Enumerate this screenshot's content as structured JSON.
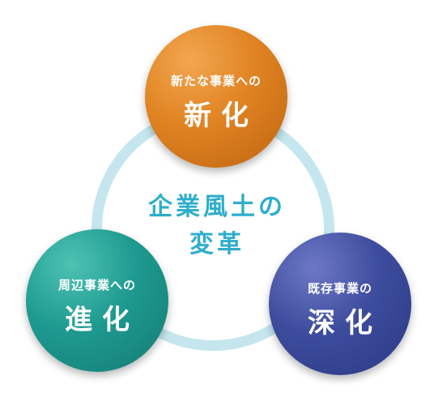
{
  "center": {
    "line1": "企業風土の",
    "line2": "変革"
  },
  "nodes": {
    "top": {
      "sub": "新たな事業への",
      "main": "新化",
      "color": "#e08322"
    },
    "left": {
      "sub": "周辺事業への",
      "main": "進化",
      "color": "#1e9a90"
    },
    "right": {
      "sub": "既存事業の",
      "main": "深化",
      "color": "#3d4c9d"
    }
  },
  "colors": {
    "ring": "#c5e6ee",
    "center_text": "#2eaecb"
  }
}
